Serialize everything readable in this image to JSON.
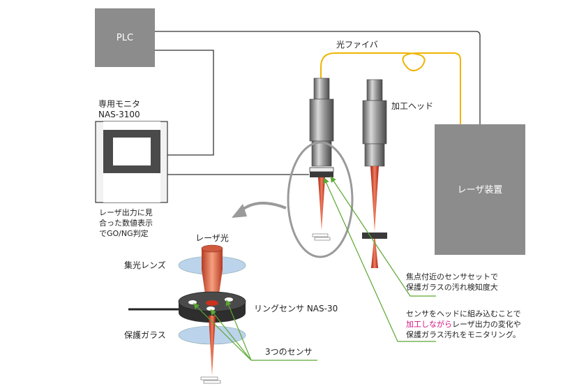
{
  "plc": {
    "label": "PLC"
  },
  "laser_device": {
    "label": "レーザ装置"
  },
  "fiber": {
    "label": "光ファイバ"
  },
  "head": {
    "label": "加工ヘッド"
  },
  "monitor": {
    "title_line1": "専用モニタ",
    "title_line2": "NAS-3100",
    "caption_line1": "レーザ出力に見",
    "caption_line2": "合った数値表示",
    "caption_line3": "でGO/NG判定"
  },
  "detail": {
    "laser_light": "レーザ光",
    "lens": "集光レンズ",
    "ring_sensor": "リングセンサ NAS-30",
    "protective_glass": "保護ガラス",
    "three_sensors": "3つのセンサ"
  },
  "note1": {
    "line1": "焦点付近のセンサセットで",
    "line2": "保護ガラスの汚れ検知度大"
  },
  "note2": {
    "line1": "センサをヘッドに組み込むことで",
    "line2_highlight": "加工しながら",
    "line2_rest": "レーザ出力の変化や",
    "line3": "保護ガラス汚れをモニタリング。"
  },
  "colors": {
    "box_gray": "#8c8c8c",
    "fiber": "#f0b400",
    "beam": "#c8321e",
    "arrow_green": "#5aa832",
    "highlight": "#d21482",
    "lens_blue": "#bcd3ec",
    "ring_dark": "#3a3a3a"
  }
}
